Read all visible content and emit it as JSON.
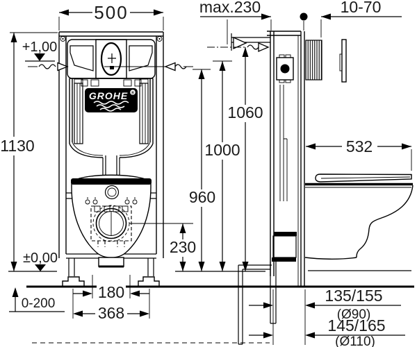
{
  "drawing": {
    "brand": "GROHE",
    "brand_mark": "®"
  },
  "front_view": {
    "dim_width": "500",
    "dim_frame_height": "1130",
    "level_upper": "+1,00",
    "level_floor": "±0,00",
    "dim_foot_adjust": "0-200",
    "dim_inner_spacing": "180",
    "dim_outer_spacing": "368",
    "dim_drain_height": "230",
    "dim_h_960": "960",
    "dim_h_1000": "1000",
    "dim_h_1060": "1060"
  },
  "side_view": {
    "dim_max_depth": "max.230",
    "dim_wall_thickness": "10-70",
    "dim_bowl_depth": "532",
    "drain_offsets": [
      {
        "value": "135/155",
        "diameter": "(Ø90)"
      },
      {
        "value": "145/165",
        "diameter": "(Ø110)"
      }
    ]
  }
}
